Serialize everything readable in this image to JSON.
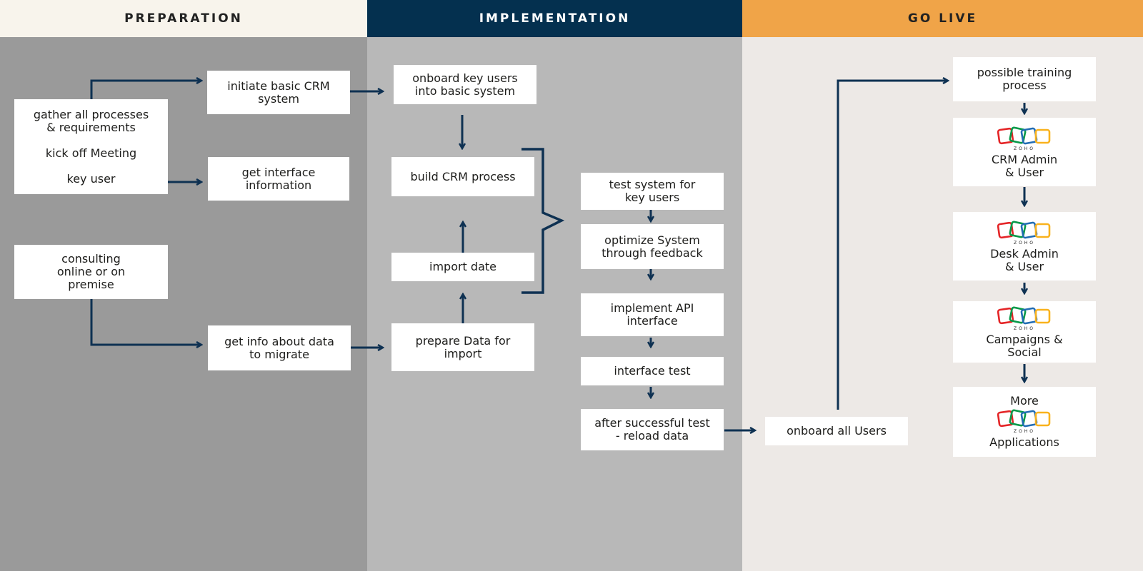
{
  "columns": {
    "preparation": {
      "title": "PREPARATION",
      "head_bg": "#f8f4ec",
      "head_fg": "#222222",
      "body_bg": "#9a9a9a"
    },
    "implementation": {
      "title": "IMPLEMENTATION",
      "head_bg": "#04304f",
      "head_fg": "#ffffff",
      "body_bg": "#b8b8b8"
    },
    "golive": {
      "title": "GO LIVE",
      "head_bg": "#f0a448",
      "head_fg": "#222222",
      "body_bg": "#ede9e6"
    }
  },
  "boxes": {
    "gather": {
      "line1": "gather all processes",
      "line2": "& requirements",
      "line3": "kick off Meeting",
      "line4": "key user"
    },
    "initiate": {
      "line1": "initiate basic CRM",
      "line2": "system"
    },
    "interface_info": {
      "line1": "get interface",
      "line2": "information"
    },
    "consulting": {
      "line1": "consulting",
      "line2": "online or on",
      "line3": "premise"
    },
    "info_data": {
      "line1": "get info about data",
      "line2": "to migrate"
    },
    "onboard_key": {
      "line1": "onboard key users",
      "line2": "into basic system"
    },
    "build_crm": {
      "line1": "build CRM process"
    },
    "import_date": {
      "line1": "import date"
    },
    "prepare_data": {
      "line1": "prepare Data for",
      "line2": "import"
    },
    "test_system": {
      "line1": "test system for",
      "line2": "key users"
    },
    "optimize": {
      "line1": "optimize System",
      "line2": "through feedback"
    },
    "implement_api": {
      "line1": "implement API",
      "line2": "interface"
    },
    "interface_test": {
      "line1": "interface test"
    },
    "after_test": {
      "line1": "after successful test",
      "line2": "- reload data"
    },
    "onboard_all": {
      "line1": "onboard all Users"
    },
    "training": {
      "line1": "possible training",
      "line2": "process"
    },
    "crm_admin": {
      "line1": "CRM Admin",
      "line2": "& User"
    },
    "desk_admin": {
      "line1": "Desk Admin",
      "line2": "& User"
    },
    "campaigns": {
      "line1": "Campaigns &",
      "line2": "Social"
    },
    "more_apps": {
      "line1": "More",
      "line2": "Applications"
    }
  },
  "logo": {
    "word": "ZOHO",
    "colors": [
      "#e42527",
      "#089949",
      "#226db4",
      "#f9b21d"
    ]
  },
  "arrow_color": "#0e3152"
}
